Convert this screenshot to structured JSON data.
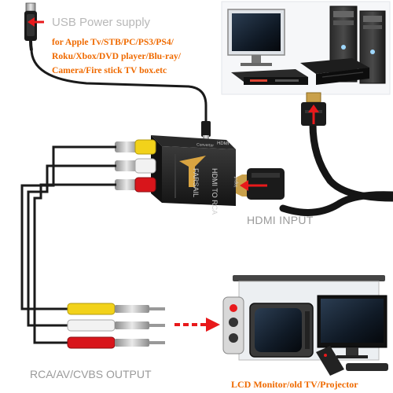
{
  "labels": {
    "usb_title": "USB Power supply",
    "compat_lines": [
      "for Apple Tv/STB/PC/PS3/PS4/",
      "Roku/Xbox/DVD player/Blu-ray/",
      "Camera/Fire stick TV box.etc"
    ],
    "hdmi_input": "HDMI INPUT",
    "rca_output": "RCA/AV/CVBS OUTPUT",
    "display_targets": "LCD Monitor/old TV/Projector"
  },
  "device": {
    "brand": "FARSAIL",
    "model": "HDMI TO RCA",
    "port_top": "HDMI",
    "port_top_sub": "Converter",
    "port_side": "Input"
  },
  "colors": {
    "accent_orange": "#ef6a00",
    "arrow_red": "#e8191b",
    "gray_text": "#9a9a9a",
    "rca_yellow": "#f2d21a",
    "rca_white": "#f2f2f2",
    "rca_red": "#d8151b",
    "logo_gold": "#d9a441"
  }
}
